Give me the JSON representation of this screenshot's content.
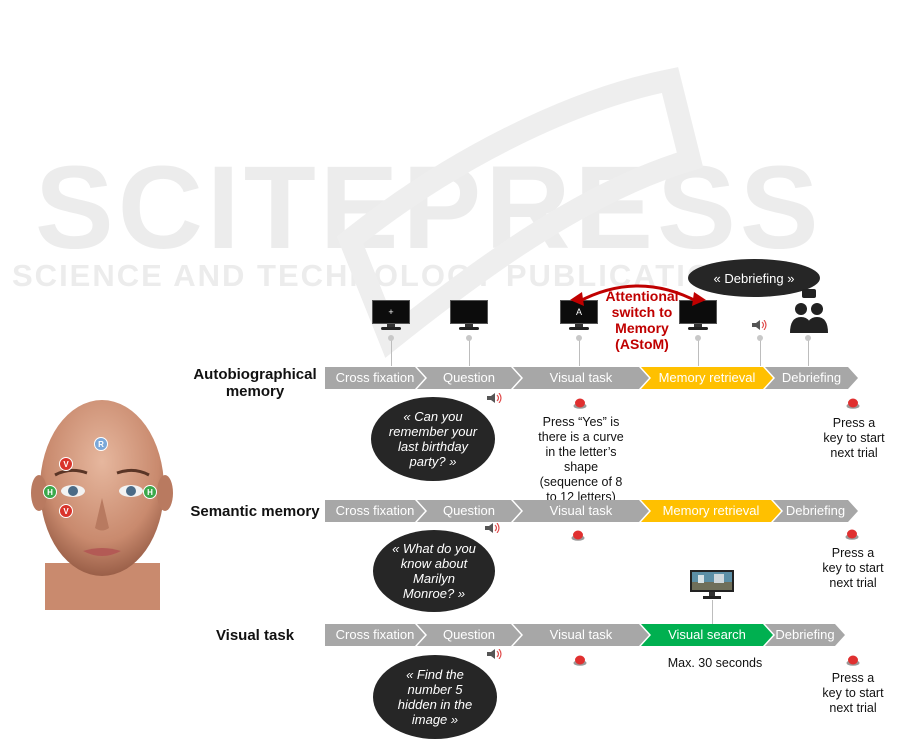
{
  "watermark": {
    "big": "SCITEPRESS",
    "sub": "SCIENCE AND TECHNOLOGY PUBLICATIONS"
  },
  "debriefing_bubble": "« Debriefing »",
  "attention_label": "Attentional switch to Memory (AStoM)",
  "colors": {
    "gray": "#a7a7a7",
    "gold": "#ffc000",
    "green": "#00b050",
    "accent_red": "#c00000",
    "bubble": "#262626"
  },
  "face": {
    "electrodes": [
      "R",
      "V",
      "V",
      "H",
      "H"
    ]
  },
  "monitors": {
    "cross": "+",
    "letter": "A"
  },
  "rows": [
    {
      "label": "Autobiographical memory",
      "segments": [
        "Cross fixation",
        "Question",
        "Visual task",
        "Memory retrieval",
        "Debriefing"
      ],
      "question": "« Can you remember your last birthday party? »",
      "visual_note": "Press “Yes” is there is a curve in the letter’s shape (sequence of 8 to 12 letters)",
      "end_note": "Press a key to start next trial"
    },
    {
      "label": "Semantic memory",
      "segments": [
        "Cross fixation",
        "Question",
        "Visual task",
        "Memory retrieval",
        "Debriefing"
      ],
      "question": "« What do you know about Marilyn Monroe? »",
      "end_note": "Press a key to start next trial"
    },
    {
      "label": "Visual task",
      "segments": [
        "Cross fixation",
        "Question",
        "Visual task",
        "Visual search",
        "Debriefing"
      ],
      "question": "« Find the number 5 hidden in the image »",
      "search_note": "Max. 30 seconds",
      "end_note": "Press a key to start next trial"
    }
  ]
}
